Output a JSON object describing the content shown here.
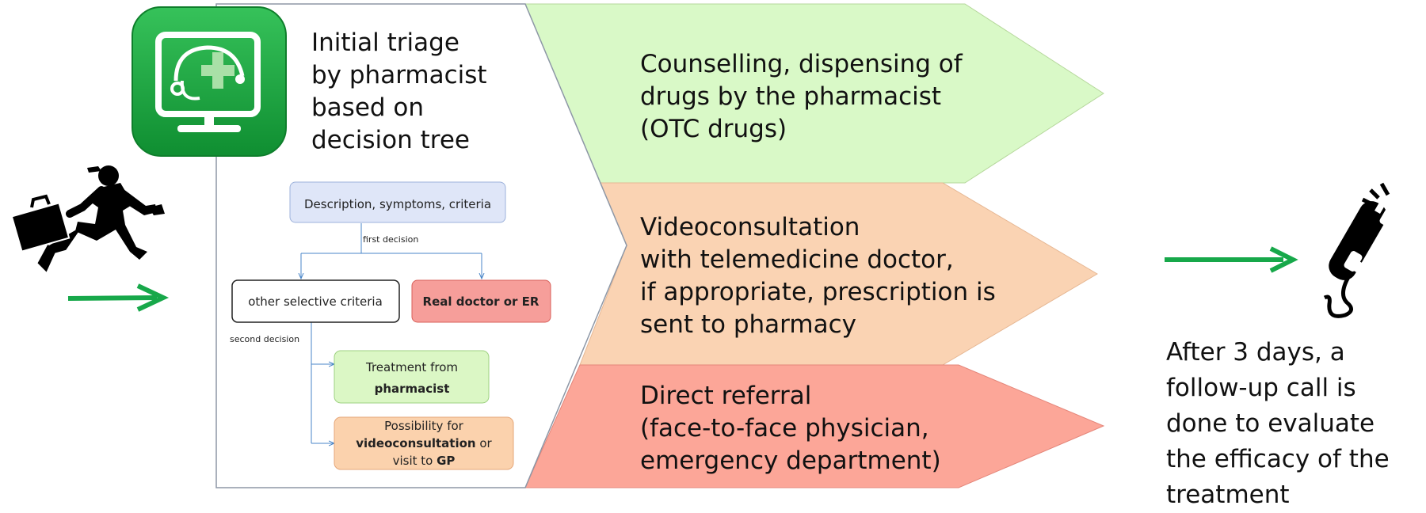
{
  "triage": {
    "lines": [
      "Initial triage",
      "by pharmacist",
      "based on",
      "decision tree"
    ]
  },
  "decision_tree": {
    "root": "Description, symptoms, criteria",
    "first_decision": "first decision",
    "other": "other selective criteria",
    "real_doctor": "Real doctor or ER",
    "second_decision": "second decision",
    "treatment": {
      "line1": "Treatment from",
      "line2": "pharmacist"
    },
    "video": {
      "line1": "Possibility for",
      "line2_bold": "videoconsultation",
      "line2_rest": " or",
      "line3_pre": "visit to ",
      "line3_bold": "GP"
    }
  },
  "outcomes": [
    {
      "color": "#d9f9c7",
      "lines": [
        "Counselling, dispensing of",
        "drugs by the pharmacist",
        "(OTC drugs)"
      ]
    },
    {
      "color": "#fad3b3",
      "lines": [
        "Videoconsultation",
        "with telemedicine doctor,",
        "if appropriate, prescription is",
        "sent to pharmacy"
      ]
    },
    {
      "color": "#fca698",
      "lines": [
        "Direct referral",
        "(face-to-face physician,",
        "emergency department)"
      ]
    }
  ],
  "followup": {
    "lines": [
      "After 3 days, a",
      "follow-up call is",
      "done to evaluate",
      "the efficacy of the",
      "treatment"
    ]
  },
  "colors": {
    "accent_green": "#17a84a",
    "icon_green": "#1aa13c",
    "box_blue": "#dfe6f8",
    "box_red": "#f69e9a",
    "box_green": "#dbf7c5",
    "box_orange": "#fbd2ad"
  },
  "icons": [
    "running-businessman-icon",
    "telemedicine-monitor-icon",
    "telephone-icon"
  ]
}
